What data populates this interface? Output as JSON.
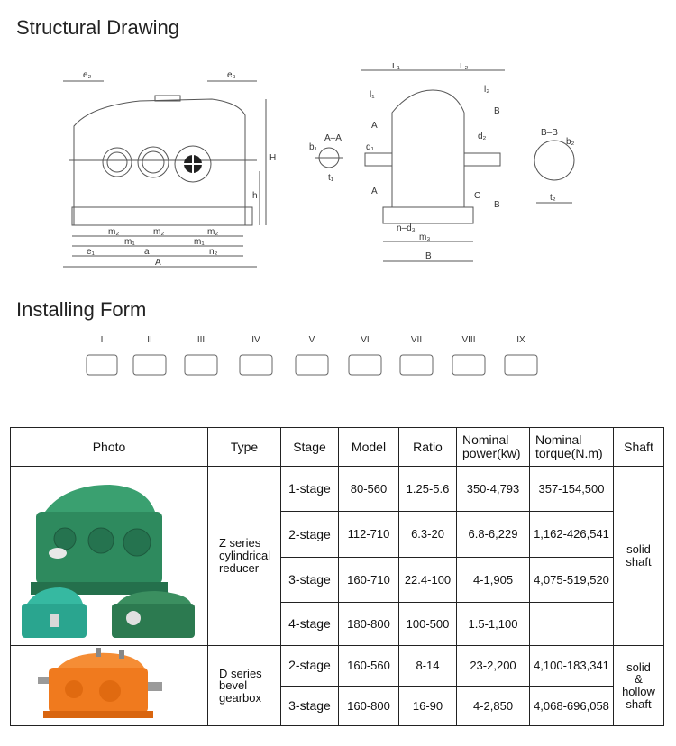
{
  "sections": {
    "structural_title": "Structural Drawing",
    "installing_title": "Installing Form"
  },
  "drawing_labels": {
    "e2": "e₂",
    "e3": "e₃",
    "H": "H",
    "h": "h",
    "m2": "m₂",
    "m1": "m₁",
    "n2": "n₂",
    "e1": "e₁",
    "a": "a",
    "A": "A",
    "AA": "A–A",
    "b1": "b₁",
    "t1": "t₁",
    "L1": "L₁",
    "L2": "L₂",
    "l1": "l₁",
    "l2": "l₂",
    "d1": "d₁",
    "d2": "d₂",
    "Asec": "A",
    "Bsec": "B",
    "C": "C",
    "nd3": "n–d₃",
    "m3": "m₃",
    "B": "B",
    "BB": "B–B",
    "b2": "b₂",
    "t2": "t₂"
  },
  "install_forms": [
    "I",
    "II",
    "III",
    "IV",
    "V",
    "VI",
    "VII",
    "VIII",
    "IX"
  ],
  "table": {
    "headers": {
      "photo": "Photo",
      "type": "Type",
      "stage": "Stage",
      "model": "Model",
      "ratio": "Ratio",
      "power_l1": "Nominal",
      "power_l2": "power(kw)",
      "torque_l1": "Nominal",
      "torque_l2": "torque(N.m)",
      "shaft": "Shaft"
    },
    "groups": [
      {
        "type_lines": [
          "Z series",
          "cylindrical",
          "reducer"
        ],
        "shaft_lines": [
          "solid",
          "shaft"
        ],
        "rows": [
          {
            "stage": "1-stage",
            "model": "80-560",
            "ratio": "1.25-5.6",
            "power": "350-4,793",
            "torque": "357-154,500"
          },
          {
            "stage": "2-stage",
            "model": "112-710",
            "ratio": "6.3-20",
            "power": "6.8-6,229",
            "torque": "1,162-426,541"
          },
          {
            "stage": "3-stage",
            "model": "160-710",
            "ratio": "22.4-100",
            "power": "4-1,905",
            "torque": "4,075-519,520"
          },
          {
            "stage": "4-stage",
            "model": "180-800",
            "ratio": "100-500",
            "power": "1.5-1,100",
            "torque": ""
          }
        ]
      },
      {
        "type_lines": [
          "D series",
          "bevel",
          "gearbox"
        ],
        "shaft_lines": [
          "solid",
          "&",
          "hollow",
          "shaft"
        ],
        "rows": [
          {
            "stage": "2-stage",
            "model": "160-560",
            "ratio": "8-14",
            "power": "23-2,200",
            "torque": "4,100-183,341"
          },
          {
            "stage": "3-stage",
            "model": "160-800",
            "ratio": "16-90",
            "power": "4-2,850",
            "torque": "4,068-696,058"
          }
        ]
      }
    ]
  },
  "colors": {
    "z_green": "#2e8a5e",
    "z_teal": "#2aa58f",
    "d_orange": "#f07a1e"
  }
}
